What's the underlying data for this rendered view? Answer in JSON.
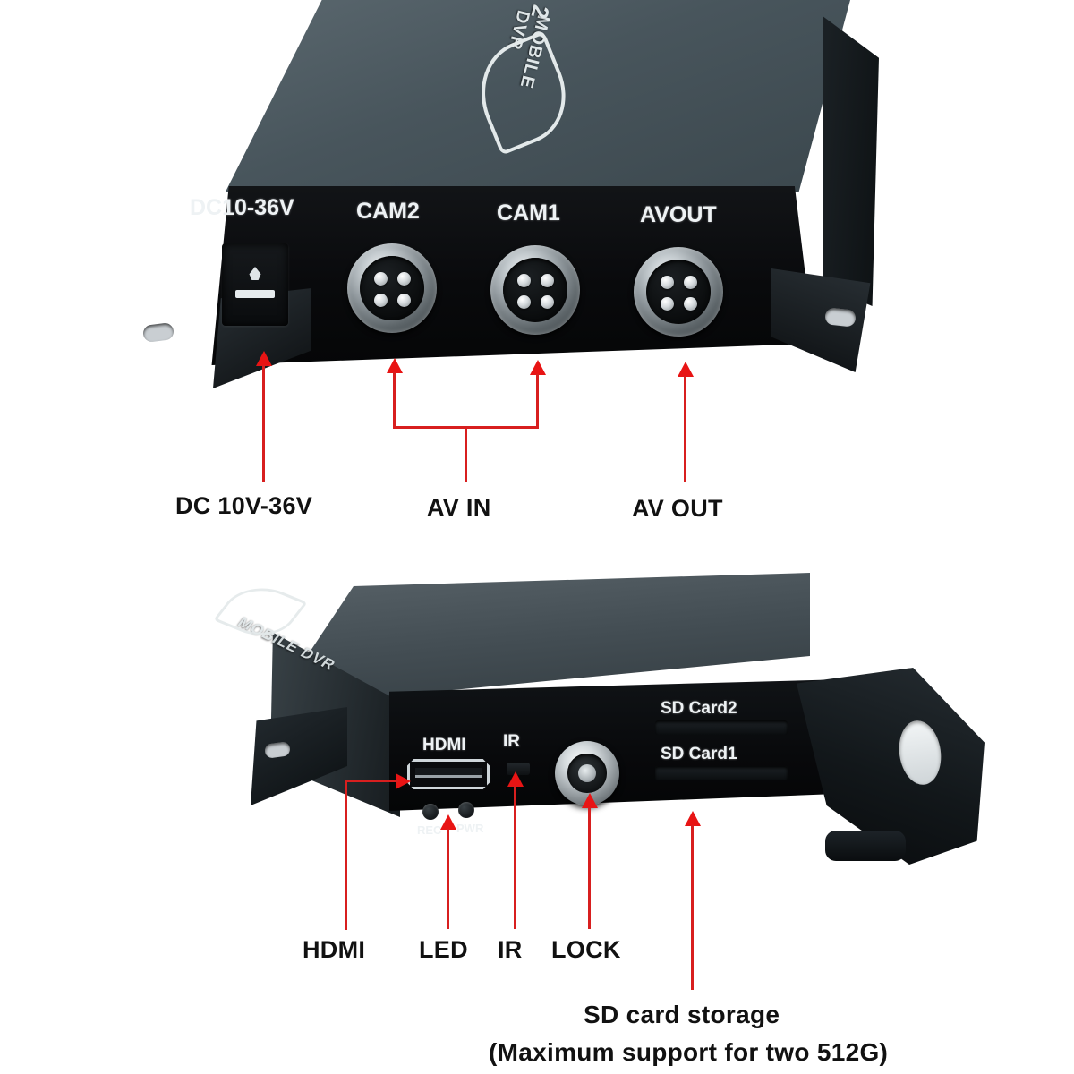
{
  "product": {
    "logo_text": "MOBILE DVR",
    "logo_prefix": "2"
  },
  "top_device": {
    "panel_labels": [
      {
        "id": "dc",
        "text": "DC10-36V"
      },
      {
        "id": "cam2",
        "text": "CAM2"
      },
      {
        "id": "cam1",
        "text": "CAM1"
      },
      {
        "id": "avout",
        "text": "AVOUT"
      }
    ],
    "callouts": [
      {
        "id": "dc-power",
        "text": "DC 10V-36V"
      },
      {
        "id": "av-in",
        "text": "AV IN"
      },
      {
        "id": "av-out",
        "text": "AV OUT"
      }
    ]
  },
  "bottom_device": {
    "panel_labels": [
      {
        "id": "hdmi",
        "text": "HDMI"
      },
      {
        "id": "ir",
        "text": "IR"
      },
      {
        "id": "rec",
        "text": "REC"
      },
      {
        "id": "pwr",
        "text": "PWR"
      },
      {
        "id": "sd2",
        "text": "SD Card2"
      },
      {
        "id": "sd1",
        "text": "SD Card1"
      }
    ],
    "callouts": [
      {
        "id": "hdmi",
        "text": "HDMI"
      },
      {
        "id": "led",
        "text": "LED"
      },
      {
        "id": "ir",
        "text": "IR"
      },
      {
        "id": "lock",
        "text": "LOCK"
      }
    ],
    "storage_note_line1": "SD card storage",
    "storage_note_line2": "(Maximum support for two 512G)"
  },
  "colors": {
    "arrow_red": "#e81414",
    "leader_red": "#d81f1f",
    "chassis_black": "#0a0c0e",
    "chassis_top_gray": "#48555c",
    "label_white": "#eef2f4",
    "callout_text": "#111111",
    "background": "#ffffff"
  }
}
